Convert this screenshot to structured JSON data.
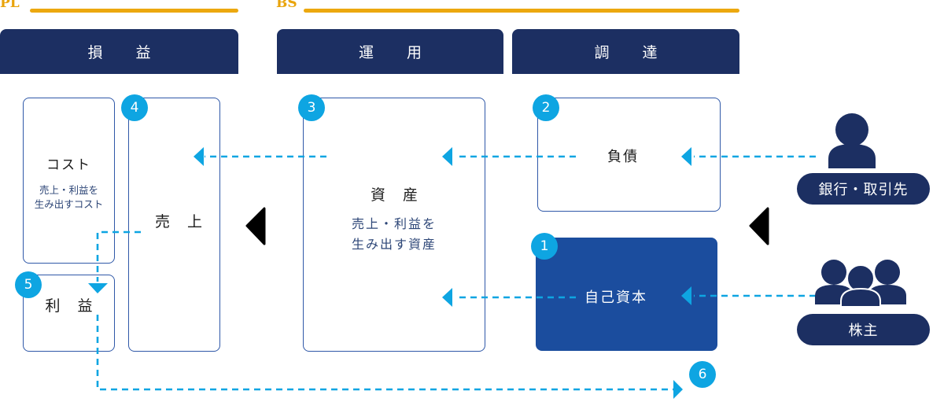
{
  "sections": {
    "pl": {
      "label": "PL"
    },
    "bs": {
      "label": "BS"
    }
  },
  "headers": {
    "pl": "損 益",
    "bs_use": "運 用",
    "bs_source": "調 達"
  },
  "boxes": {
    "cost": {
      "title": "コスト",
      "sub_line1": "売上・利益を",
      "sub_line2": "生み出すコスト"
    },
    "sales": {
      "title": "売 上",
      "badge": "4"
    },
    "profit": {
      "title": "利 益",
      "badge": "5"
    },
    "assets": {
      "title": "資 産",
      "sub_line1": "売上・利益を",
      "sub_line2": "生み出す資産",
      "badge": "3"
    },
    "liabilities": {
      "title": "負債",
      "badge": "2"
    },
    "equity": {
      "title": "自己資本",
      "badge": "1"
    }
  },
  "return_badge": "6",
  "actors": {
    "creditors": {
      "label": "銀行・取引先",
      "icon": "person-icon"
    },
    "shareholders": {
      "label": "株主",
      "icon": "group-icon"
    }
  },
  "colors": {
    "navy": "#1c2f62",
    "equity_blue": "#1b4d9e",
    "accent_orange": "#eca80f",
    "flow_cyan": "#0ea5e2",
    "box_border": "#2f58a8"
  }
}
